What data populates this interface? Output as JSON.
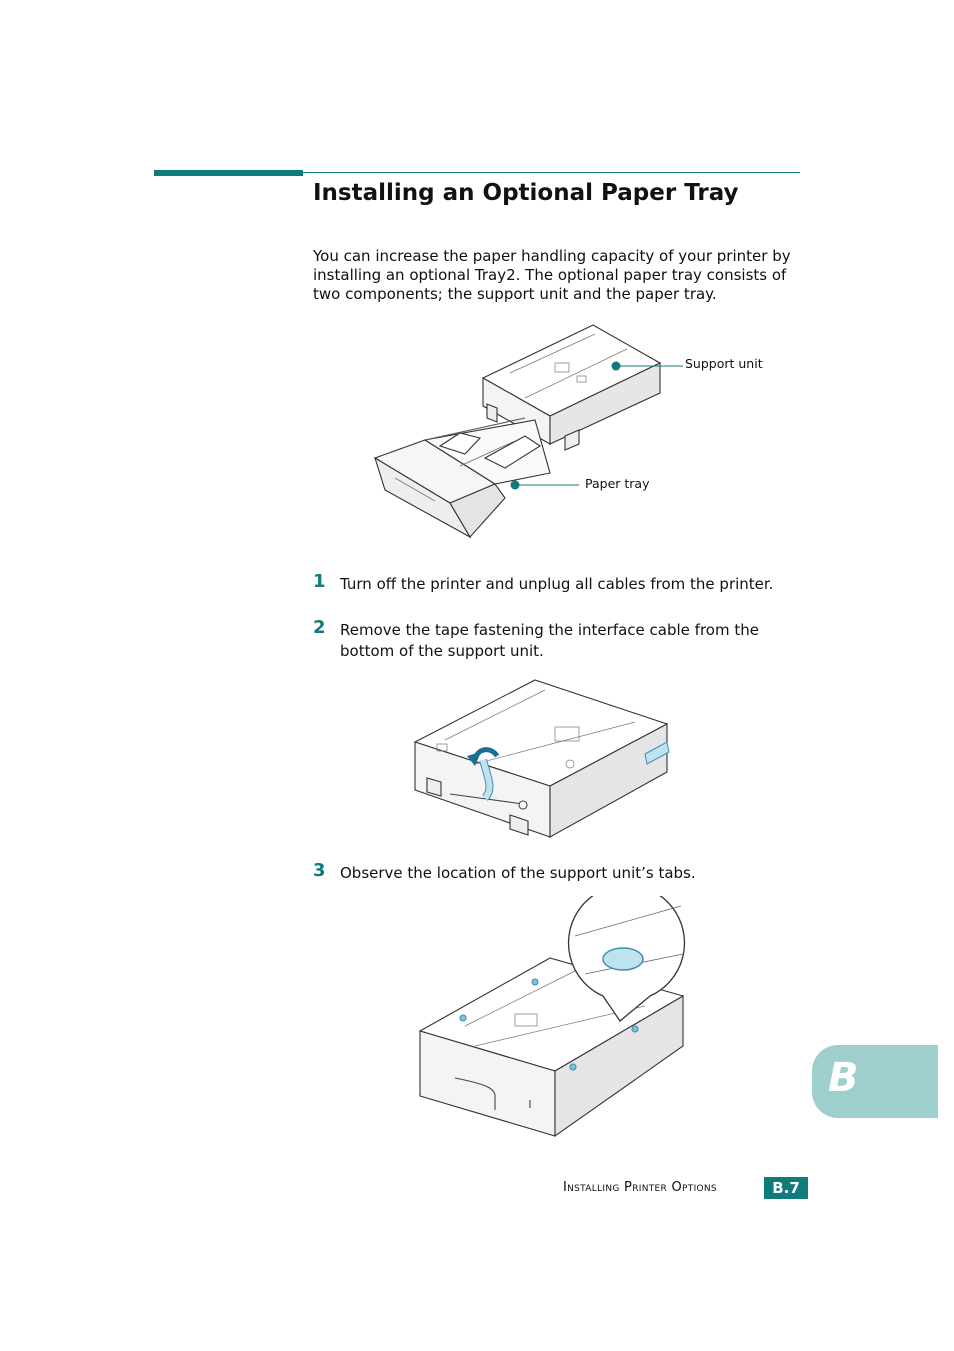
{
  "section": {
    "title": "Installing an Optional Paper Tray",
    "intro": "You can increase the paper handling capacity of your printer by installing an optional Tray2. The optional paper tray consists of two components; the support unit and the paper tray."
  },
  "figure1": {
    "callout_support": "Support unit",
    "callout_tray": "Paper tray"
  },
  "steps": [
    {
      "number": "1",
      "text": "Turn off the printer and unplug all cables from the printer."
    },
    {
      "number": "2",
      "text": "Remove the tape fastening the interface cable from the bottom of the support unit."
    },
    {
      "number": "3",
      "text": "Observe the location of the support unit’s tabs."
    }
  ],
  "footer": {
    "chapter_letter": "B",
    "section_name": "Installing Printer Options",
    "page": "B.7"
  },
  "colors": {
    "accent": "#0f7b7b",
    "tab": "#9ecfcd",
    "tape": "#bfe3ee"
  }
}
